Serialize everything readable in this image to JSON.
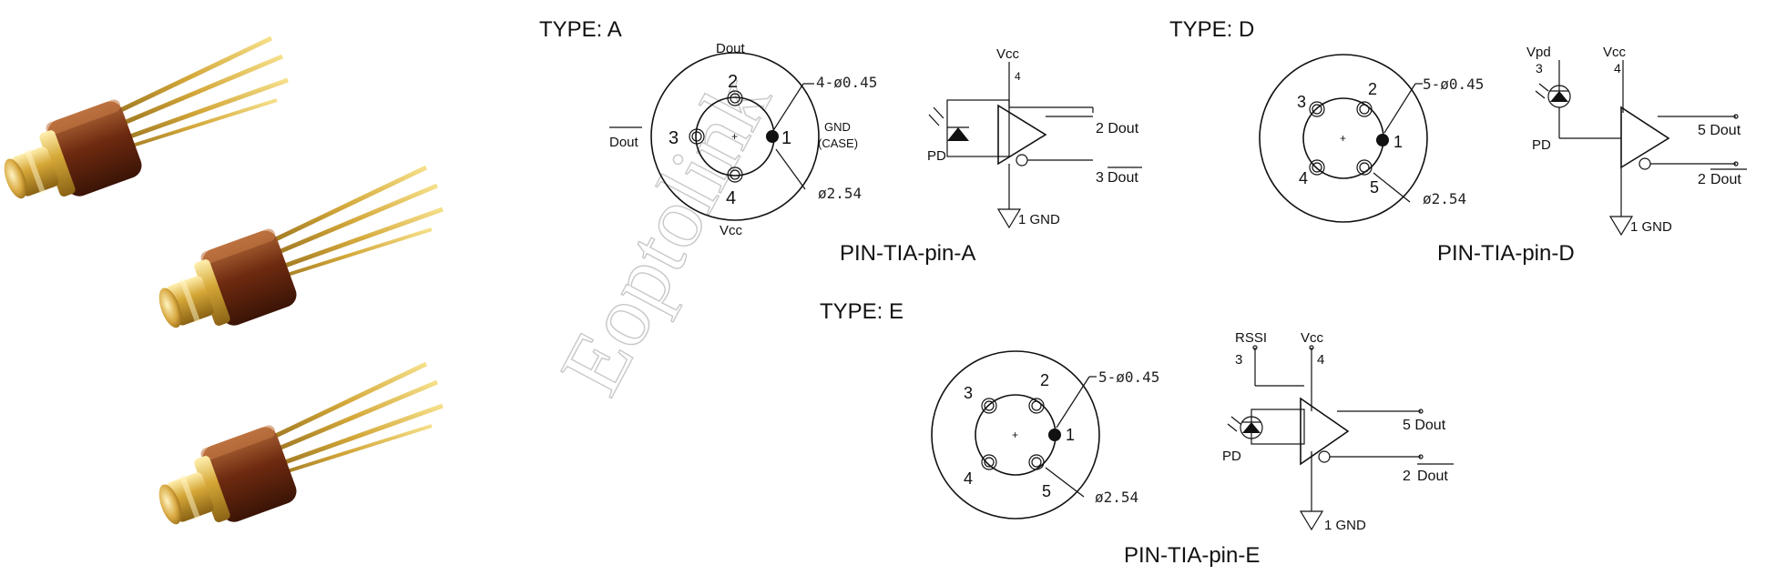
{
  "watermark": "Eoptolink",
  "type_a": {
    "title": "TYPE: A",
    "caption": "PIN-TIA-pin-A",
    "pins": [
      "1",
      "2",
      "3",
      "4"
    ],
    "label_dout": "Dout",
    "label_dout_bar": "Dout",
    "label_vcc": "Vcc",
    "label_gnd": "GND",
    "label_case": "(CASE)",
    "dim_holes": "4-ø0.45",
    "dim_pcd": "ø2.54",
    "sch_vcc": "Vcc",
    "sch_vcc_pin": "4",
    "sch_pd": "PD",
    "sch_out1": "2 Dout",
    "sch_out2_num": "3",
    "sch_out2_name": "Dout",
    "sch_gnd": "1 GND"
  },
  "type_d": {
    "title": "TYPE: D",
    "caption": "PIN-TIA-pin-D",
    "pins": [
      "1",
      "2",
      "3",
      "4",
      "5"
    ],
    "dim_holes": "5-ø0.45",
    "dim_pcd": "ø2.54",
    "sch_vpd": "Vpd",
    "sch_vpd_pin": "3",
    "sch_vcc": "Vcc",
    "sch_vcc_pin": "4",
    "sch_pd": "PD",
    "sch_out1": "5 Dout",
    "sch_out2_num": "2",
    "sch_out2_name": "Dout",
    "sch_gnd": "1 GND"
  },
  "type_e": {
    "title": "TYPE: E",
    "caption": "PIN-TIA-pin-E",
    "pins": [
      "1",
      "2",
      "3",
      "4",
      "5"
    ],
    "dim_holes": "5-ø0.45",
    "dim_pcd": "ø2.54",
    "sch_rssi": "RSSI",
    "sch_rssi_pin": "3",
    "sch_vcc": "Vcc",
    "sch_vcc_pin": "4",
    "sch_pd": "PD",
    "sch_out1": "5 Dout",
    "sch_out2_num": "2",
    "sch_out2_name": "Dout",
    "sch_gnd": "1 GND"
  },
  "colors": {
    "gold": "#d8b040",
    "body": "#6e2a10",
    "brass": "#c89a30"
  }
}
